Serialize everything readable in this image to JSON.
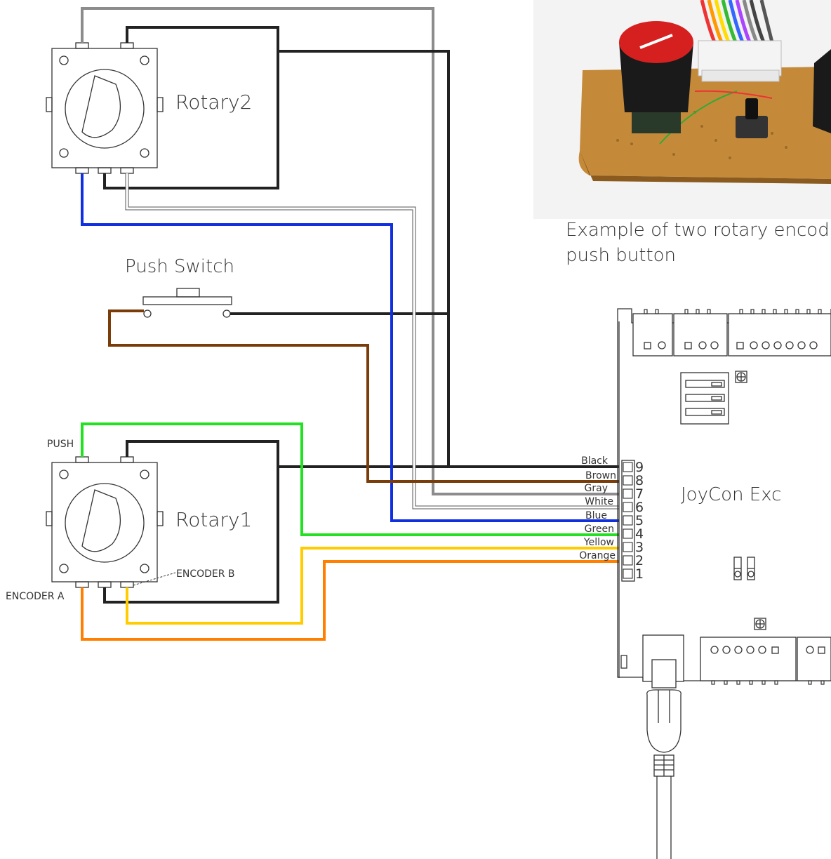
{
  "components": {
    "rotary2": "Rotary2",
    "rotary1": "Rotary1",
    "push_switch": "Push Switch",
    "board": "JoyCon Exc"
  },
  "pin_labels": {
    "push": "PUSH",
    "encoder_a": "ENCODER A",
    "encoder_b": "ENCODER B"
  },
  "caption": {
    "line1": "Example of two rotary encod",
    "line2": "push button"
  },
  "terminal_numbers": [
    "9",
    "8",
    "7",
    "6",
    "5",
    "4",
    "3",
    "2",
    "1"
  ],
  "wire_labels": [
    "Black",
    "Brown",
    "Gray",
    "White",
    "Blue",
    "Green",
    "Yellow",
    "Orange"
  ],
  "wire_colors": {
    "Black": "#222222",
    "Brown": "#7a3d0a",
    "Gray": "#8c8c8c",
    "White": "#ffffff",
    "Blue": "#1030e0",
    "Green": "#22e022",
    "Yellow": "#ffcc00",
    "Orange": "#ff8000"
  }
}
